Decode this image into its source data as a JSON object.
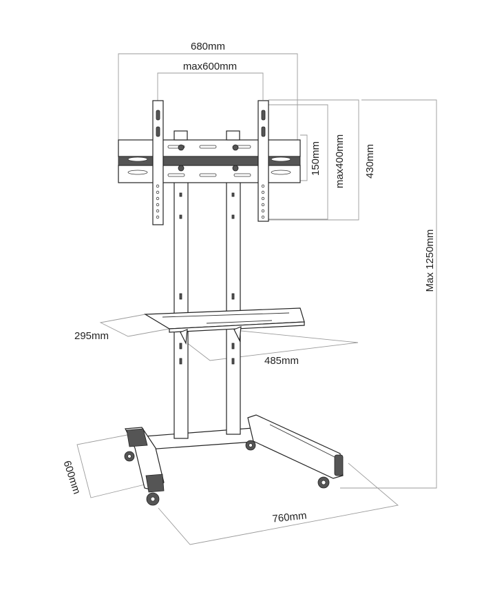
{
  "dimensions": {
    "overall_width": "680mm",
    "vesa_width": "max600mm",
    "hole_spacing": "150mm",
    "vesa_height": "max400mm",
    "bracket_height": "430mm",
    "max_height": "Max 1250mm",
    "shelf_depth": "295mm",
    "shelf_width": "485mm",
    "base_depth": "600mm",
    "base_width": "760mm"
  }
}
